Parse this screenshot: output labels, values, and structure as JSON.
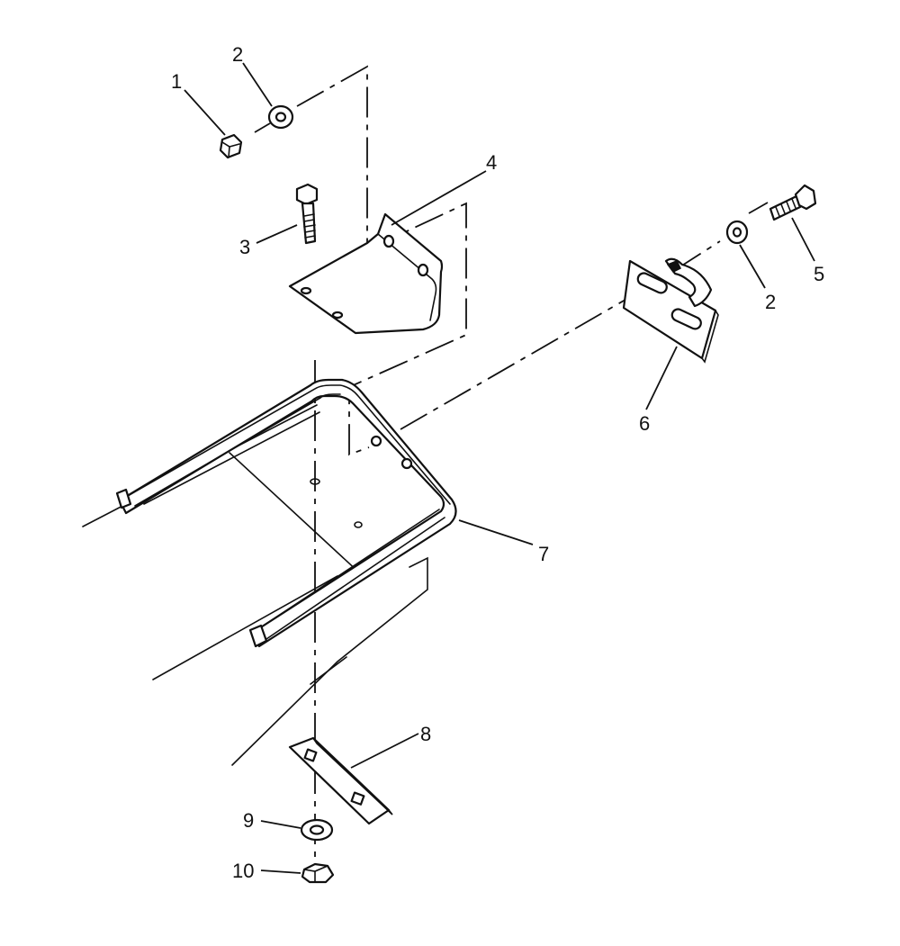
{
  "callouts": [
    {
      "id": "1",
      "label": "1"
    },
    {
      "id": "2a",
      "label": "2"
    },
    {
      "id": "3",
      "label": "3"
    },
    {
      "id": "4",
      "label": "4"
    },
    {
      "id": "5",
      "label": "5"
    },
    {
      "id": "2b",
      "label": "2"
    },
    {
      "id": "6",
      "label": "6"
    },
    {
      "id": "7",
      "label": "7"
    },
    {
      "id": "8",
      "label": "8"
    },
    {
      "id": "9",
      "label": "9"
    },
    {
      "id": "10",
      "label": "10"
    }
  ],
  "parts": [
    {
      "callout": "1",
      "icon": "hex-nut-icon"
    },
    {
      "callout": "2",
      "icon": "flat-washer-icon"
    },
    {
      "callout": "3",
      "icon": "hex-bolt-icon"
    },
    {
      "callout": "4",
      "icon": "angle-bracket-icon"
    },
    {
      "callout": "5",
      "icon": "hex-bolt-icon"
    },
    {
      "callout": "6",
      "icon": "slotted-latch-plate-icon"
    },
    {
      "callout": "7",
      "icon": "u-channel-frame-icon"
    },
    {
      "callout": "8",
      "icon": "strap-plate-icon"
    },
    {
      "callout": "9",
      "icon": "flat-washer-icon"
    },
    {
      "callout": "10",
      "icon": "hex-nut-icon"
    }
  ]
}
